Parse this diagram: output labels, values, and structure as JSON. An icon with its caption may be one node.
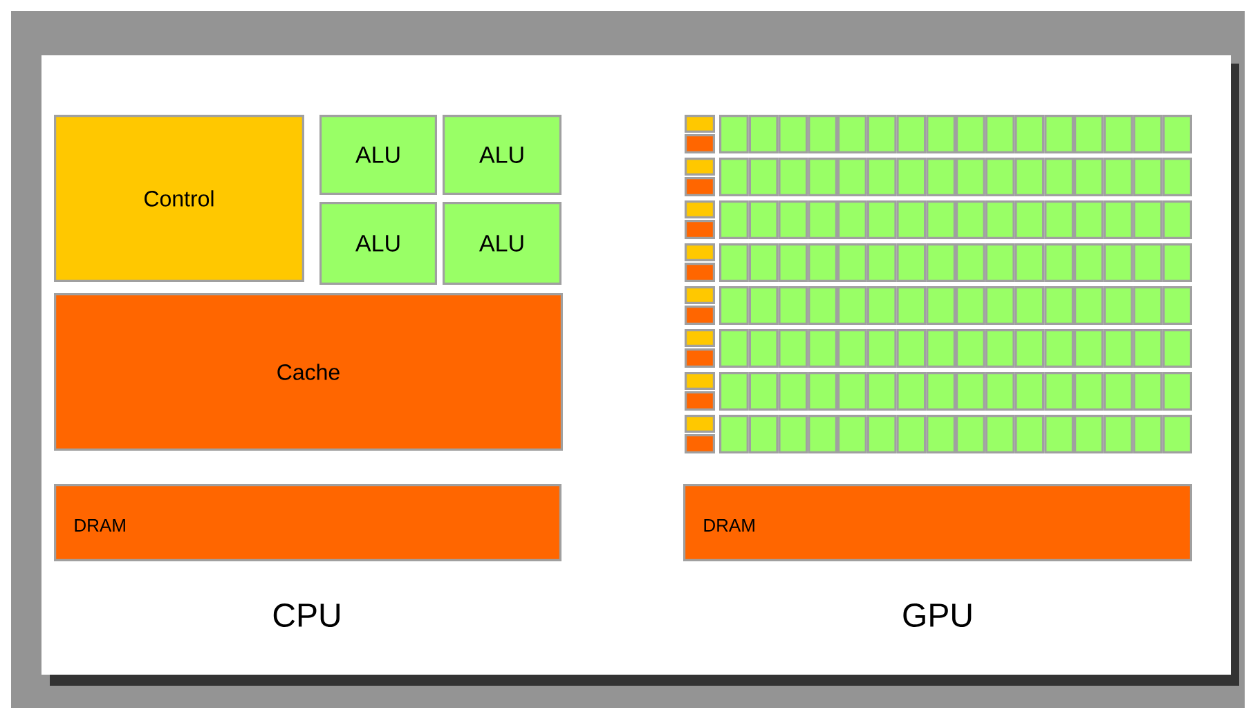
{
  "diagram": {
    "nodes": [
      {
        "text": [
          "Control"
        ]
      },
      {
        "text": [
          "ALU"
        ]
      },
      {
        "text": [
          "ALU"
        ]
      },
      {
        "text": [
          "ALU"
        ]
      },
      {
        "text": [
          "ALU"
        ]
      },
      {
        "text": [
          "Cache"
        ]
      },
      {
        "text": [
          "DRAM"
        ]
      },
      {
        "text": [],
        "shape": "box"
      },
      {
        "text": [],
        "shape": "box"
      },
      {
        "text": [],
        "shape": "box"
      },
      {
        "text": [],
        "shape": "box"
      },
      {
        "text": [],
        "shape": "box"
      },
      {
        "text": [],
        "shape": "box"
      },
      {
        "text": [],
        "shape": "box"
      },
      {
        "text": [],
        "shape": "box"
      },
      {
        "text": [],
        "shape": "box"
      },
      {
        "text": [],
        "shape": "box"
      },
      {
        "text": [],
        "shape": "box"
      },
      {
        "text": [],
        "shape": "box"
      },
      {
        "text": [],
        "shape": "box"
      },
      {
        "text": [],
        "shape": "box"
      },
      {
        "text": [],
        "shape": "box"
      },
      {
        "text": [],
        "shape": "box"
      },
      {
        "text": [],
        "shape": "box"
      },
      {
        "text": [],
        "shape": "box"
      },
      {
        "text": [],
        "shape": "box"
      },
      {
        "text": [],
        "shape": "box"
      },
      {
        "text": [],
        "shape": "box"
      },
      {
        "text": [],
        "shape": "box"
      },
      {
        "text": [],
        "shape": "box"
      },
      {
        "text": [],
        "shape": "box"
      },
      {
        "text": [],
        "shape": "box"
      },
      {
        "text": [],
        "shape": "box"
      },
      {
        "text": [],
        "shape": "box"
      },
      {
        "text": [],
        "shape": "box"
      },
      {
        "text": [],
        "shape": "box"
      },
      {
        "text": [],
        "shape": "box"
      },
      {
        "text": [],
        "shape": "box"
      },
      {
        "text": [],
        "shape": "box"
      },
      {
        "text": [],
        "shape": "box"
      },
      {
        "text": [],
        "shape": "box"
      },
      {
        "text": [],
        "shape": "box"
      },
      {
        "text": [],
        "shape": "box"
      },
      {
        "text": [],
        "shape": "box"
      },
      {
        "text": [],
        "shape": "box"
      },
      {
        "text": [],
        "shape": "box"
      },
      {
        "text": [],
        "shape": "box"
      },
      {
        "text": [],
        "shape": "box"
      },
      {
        "text": [],
        "shape": "box"
      },
      {
        "text": [],
        "shape": "box"
      },
      {
        "text": [],
        "shape": "box"
      },
      {
        "text": [],
        "shape": "box"
      },
      {
        "text": [],
        "shape": "box"
      },
      {
        "text": [],
        "shape": "box"
      },
      {
        "text": [],
        "shape": "box"
      },
      {
        "text": [],
        "shape": "box"
      },
      {
        "text": [],
        "shape": "box"
      },
      {
        "text": [],
        "shape": "box"
      },
      {
        "text": [],
        "shape": "box"
      },
      {
        "text": [],
        "shape": "box"
      },
      {
        "text": [],
        "shape": "box"
      },
      {
        "text": [],
        "shape": "box"
      },
      {
        "text": [],
        "shape": "box"
      },
      {
        "text": [],
        "shape": "box"
      },
      {
        "text": [],
        "shape": "box"
      },
      {
        "text": [],
        "shape": "box"
      },
      {
        "text": [],
        "shape": "box"
      },
      {
        "text": [],
        "shape": "box"
      },
      {
        "text": [],
        "shape": "box"
      },
      {
        "text": [],
        "shape": "box"
      },
      {
        "text": [],
        "shape": "box"
      },
      {
        "text": [],
        "shape": "box"
      },
      {
        "text": [],
        "shape": "box"
      },
      {
        "text": [],
        "shape": "box"
      },
      {
        "text": [],
        "shape": "box"
      },
      {
        "text": [],
        "shape": "box"
      },
      {
        "text": [],
        "shape": "box"
      },
      {
        "text": [],
        "shape": "box"
      },
      {
        "text": [],
        "shape": "box"
      },
      {
        "text": [],
        "shape": "box"
      },
      {
        "text": [],
        "shape": "box"
      },
      {
        "text": [],
        "shape": "box"
      },
      {
        "text": [],
        "shape": "box"
      },
      {
        "text": [],
        "shape": "box"
      },
      {
        "text": [],
        "shape": "box"
      },
      {
        "text": [],
        "shape": "box"
      },
      {
        "text": [],
        "shape": "box"
      },
      {
        "text": [],
        "shape": "box"
      },
      {
        "text": [],
        "shape": "box"
      },
      {
        "text": [],
        "shape": "box"
      },
      {
        "text": [],
        "shape": "box"
      },
      {
        "text": [],
        "shape": "box"
      },
      {
        "text": [],
        "shape": "box"
      },
      {
        "text": [],
        "shape": "box"
      },
      {
        "text": [],
        "shape": "box"
      },
      {
        "text": [],
        "shape": "box"
      },
      {
        "text": [],
        "shape": "box"
      },
      {
        "text": [],
        "shape": "box"
      },
      {
        "text": [],
        "shape": "box"
      },
      {
        "text": [],
        "shape": "box"
      },
      {
        "text": [],
        "shape": "box"
      },
      {
        "text": [],
        "shape": "box"
      },
      {
        "text": [],
        "shape": "box"
      },
      {
        "text": [],
        "shape": "box"
      },
      {
        "text": [],
        "shape": "box"
      },
      {
        "text": [],
        "shape": "box"
      },
      {
        "text": [],
        "shape": "box"
      },
      {
        "text": [],
        "shape": "box"
      },
      {
        "text": [],
        "shape": "box"
      },
      {
        "text": [],
        "shape": "box"
      },
      {
        "text": [],
        "shape": "box"
      },
      {
        "text": [],
        "shape": "box"
      },
      {
        "text": [],
        "shape": "box"
      },
      {
        "text": [],
        "shape": "box"
      },
      {
        "text": [],
        "shape": "box"
      },
      {
        "text": [],
        "shape": "box"
      },
      {
        "text": [],
        "shape": "box"
      },
      {
        "text": [],
        "shape": "box"
      },
      {
        "text": [],
        "shape": "box"
      },
      {
        "text": [],
        "shape": "box"
      },
      {
        "text": [],
        "shape": "box"
      },
      {
        "text": [],
        "shape": "box"
      },
      {
        "text": [],
        "shape": "box"
      },
      {
        "text": [],
        "shape": "box"
      },
      {
        "text": [],
        "shape": "box"
      },
      {
        "text": [],
        "shape": "box"
      },
      {
        "text": [],
        "shape": "box"
      },
      {
        "text": [],
        "shape": "box"
      },
      {
        "text": [],
        "shape": "box"
      },
      {
        "text": [],
        "shape": "box"
      },
      {
        "text": [],
        "shape": "box"
      },
      {
        "text": [],
        "shape": "box"
      },
      {
        "text": [],
        "shape": "box"
      },
      {
        "text": [],
        "shape": "box"
      },
      {
        "text": [],
        "shape": "box"
      },
      {
        "text": [],
        "shape": "box"
      },
      {
        "text": [],
        "shape": "box"
      },
      {
        "text": [],
        "shape": "box"
      },
      {
        "text": [],
        "shape": "box"
      },
      {
        "text": [],
        "shape": "box"
      },
      {
        "text": [],
        "shape": "box"
      },
      {
        "text": [],
        "shape": "box"
      },
      {
        "text": [],
        "shape": "box"
      },
      {
        "text": [],
        "shape": "box"
      },
      {
        "text": [],
        "shape": "box"
      },
      {
        "text": [],
        "shape": "box"
      },
      {
        "text": [],
        "shape": "box"
      },
      {
        "text": [],
        "shape": "box"
      },
      {
        "text": [],
        "shape": "box"
      },
      {
        "text": [],
        "shape": "box"
      },
      {
        "text": [],
        "shape": "box"
      },
      {
        "text": [
          "DRAM"
        ]
      }
    ],
    "labels": [
      "CPU",
      "GPU"
    ]
  }
}
